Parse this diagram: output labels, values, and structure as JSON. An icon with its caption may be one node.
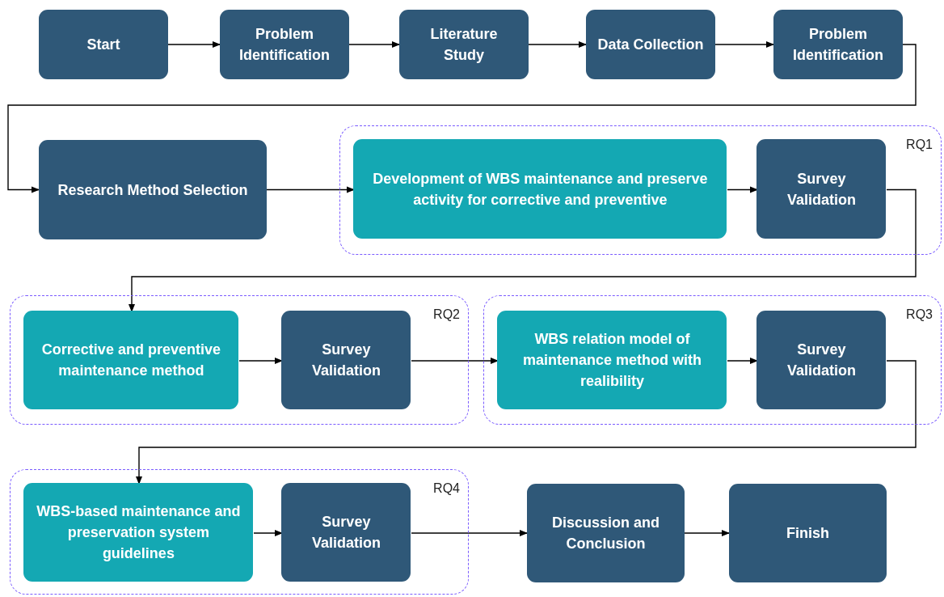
{
  "diagram": {
    "nodes": [
      {
        "text": [
          "Start"
        ]
      },
      {
        "text": [
          "Problem Identification"
        ]
      },
      {
        "text": [
          "Literature Study"
        ]
      },
      {
        "text": [
          "Data Collection"
        ]
      },
      {
        "text": [
          "Problem Identification"
        ]
      },
      {
        "text": [
          "Research Method Selection"
        ]
      },
      {
        "text": [
          "RQ1"
        ]
      },
      {
        "text": [
          "Development of WBS maintenance and preserve activity for corrective and preventive"
        ],
        "in": 6
      },
      {
        "text": [
          "Survey Validation"
        ],
        "in": 6
      },
      {
        "text": [
          "RQ2"
        ]
      },
      {
        "text": [
          "Corrective and preventive maintenance method"
        ],
        "in": 9
      },
      {
        "text": [
          "Survey Validation"
        ],
        "in": 9
      },
      {
        "text": [
          "RQ3"
        ]
      },
      {
        "text": [
          "WBS relation model of maintenance method with realibility"
        ],
        "in": 12
      },
      {
        "text": [
          "Survey Validation"
        ],
        "in": 12
      },
      {
        "text": [
          "RQ4"
        ]
      },
      {
        "text": [
          "WBS-based maintenance and preservation system guidelines"
        ],
        "in": 15
      },
      {
        "text": [
          "Survey Validation"
        ],
        "in": 15
      },
      {
        "text": [
          "Discussion and Conclusion"
        ]
      },
      {
        "text": [
          "Finish"
        ]
      }
    ],
    "edges": [
      {
        "from": 0,
        "to": 1,
        "arrow": "to"
      },
      {
        "from": 1,
        "to": 2,
        "arrow": "to"
      },
      {
        "from": 2,
        "to": 3,
        "arrow": "to"
      },
      {
        "from": 3,
        "to": 4,
        "arrow": "to"
      },
      {
        "from": 4,
        "to": 5,
        "arrow": "to"
      },
      {
        "from": 5,
        "to": 7,
        "arrow": "to"
      },
      {
        "from": 7,
        "to": 8,
        "arrow": "to"
      },
      {
        "from": 8,
        "to": 10,
        "arrow": "to"
      },
      {
        "from": 10,
        "to": 11,
        "arrow": "to"
      },
      {
        "from": 11,
        "to": 13,
        "arrow": "to"
      },
      {
        "from": 13,
        "to": 14,
        "arrow": "to"
      },
      {
        "from": 14,
        "to": 16,
        "arrow": "to"
      },
      {
        "from": 16,
        "to": 17,
        "arrow": "to"
      },
      {
        "from": 17,
        "to": 18,
        "arrow": "to"
      },
      {
        "from": 18,
        "to": 19,
        "arrow": "to"
      }
    ]
  }
}
